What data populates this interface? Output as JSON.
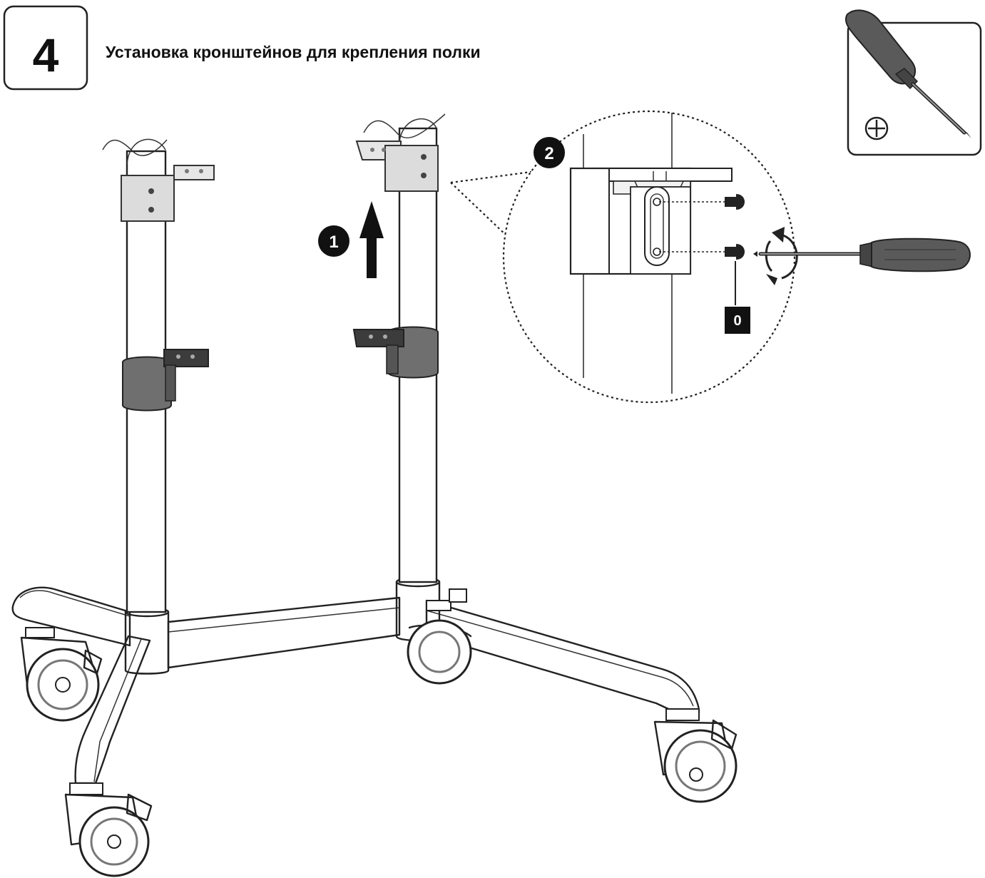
{
  "step": {
    "number": "4",
    "title": "Установка кронштейнов для крепления полки"
  },
  "tool": {
    "icon": "phillips-screwdriver-icon",
    "tip_symbol": "⊕"
  },
  "callouts": {
    "move_up": "1",
    "detail": "2"
  },
  "part_label": "0",
  "colors": {
    "line": "#222222",
    "bracket_dark": "#6f6f6f",
    "bracket_light": "#dcdcdc",
    "screwdriver_handle": "#5a5a5a"
  }
}
